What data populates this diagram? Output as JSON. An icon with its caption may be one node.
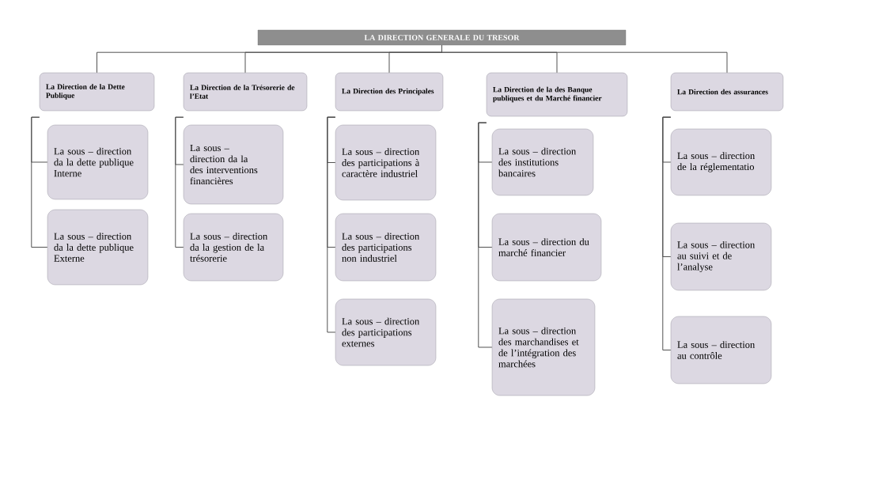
{
  "diagram": {
    "nodes": [
      {
        "text": [
          "LA DIRECTION GENERALE DU TRESOR"
        ]
      },
      {
        "text": [
          "La Direction de la Dette Publique"
        ]
      },
      {
        "text": [
          "La Direction de la Trésorerie de l’Etat"
        ]
      },
      {
        "text": [
          "La Direction des Principales"
        ]
      },
      {
        "text": [
          "La Direction de la des Banque publiques et du Marché financier"
        ]
      },
      {
        "text": [
          "La Direction des assurances"
        ]
      },
      {
        "text": [
          "La sous – direction da la dette publique Interne"
        ]
      },
      {
        "text": [
          "La sous – direction da la dette publique Externe"
        ]
      },
      {
        "text": [
          "La sous – direction da la des interventions financières"
        ]
      },
      {
        "text": [
          "La sous – direction da la gestion de la trésorerie"
        ]
      },
      {
        "text": [
          "La sous – direction des participations à caractère industriel"
        ]
      },
      {
        "text": [
          "La sous – direction des participations non industriel"
        ]
      },
      {
        "text": [
          "La sous – direction des participations externes"
        ]
      },
      {
        "text": [
          "La sous – direction des institutions bancaires"
        ]
      },
      {
        "text": [
          "La sous – direction du marché financier"
        ]
      },
      {
        "text": [
          "La sous – direction des marchandises et de l’intégration des marchées"
        ]
      },
      {
        "text": [
          "La sous – direction de la réglementatio"
        ]
      },
      {
        "text": [
          "La sous – direction au suivi et de l’analyse"
        ]
      },
      {
        "text": [
          "La sous – direction au contrôle"
        ]
      }
    ],
    "edges": [
      {
        "from": 0,
        "to": 1,
        "arrow": "none"
      },
      {
        "from": 0,
        "to": 2,
        "arrow": "none"
      },
      {
        "from": 0,
        "to": 3,
        "arrow": "none"
      },
      {
        "from": 0,
        "to": 4,
        "arrow": "none"
      },
      {
        "from": 0,
        "to": 5,
        "arrow": "none"
      },
      {
        "from": 1,
        "to": 6,
        "arrow": "none"
      },
      {
        "from": 1,
        "to": 7,
        "arrow": "none"
      },
      {
        "from": 2,
        "to": 8,
        "arrow": "none"
      },
      {
        "from": 2,
        "to": 9,
        "arrow": "none"
      },
      {
        "from": 3,
        "to": 10,
        "arrow": "none"
      },
      {
        "from": 3,
        "to": 11,
        "arrow": "none"
      },
      {
        "from": 3,
        "to": 12,
        "arrow": "none"
      },
      {
        "from": 4,
        "to": 13,
        "arrow": "none"
      },
      {
        "from": 4,
        "to": 14,
        "arrow": "none"
      },
      {
        "from": 4,
        "to": 15,
        "arrow": "none"
      },
      {
        "from": 5,
        "to": 16,
        "arrow": "none"
      },
      {
        "from": 5,
        "to": 17,
        "arrow": "none"
      },
      {
        "from": 5,
        "to": 18,
        "arrow": "none"
      }
    ]
  }
}
